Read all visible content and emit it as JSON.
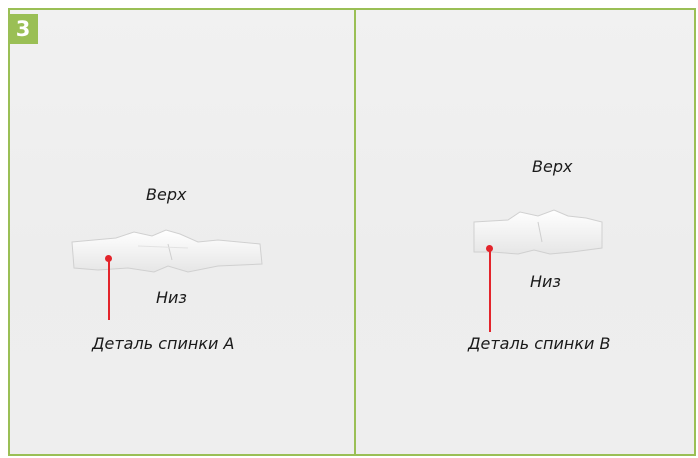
{
  "step": {
    "number": "3"
  },
  "colors": {
    "frame": "#9abf55",
    "badge": "#9abf55",
    "pointer": "#e3242b",
    "background": "#f0f0f0"
  },
  "panels": [
    {
      "top_label": "Верх",
      "bottom_label": "Низ",
      "caption": "Деталь спинки A"
    },
    {
      "top_label": "Верх",
      "bottom_label": "Низ",
      "caption": "Деталь спинки B"
    }
  ]
}
